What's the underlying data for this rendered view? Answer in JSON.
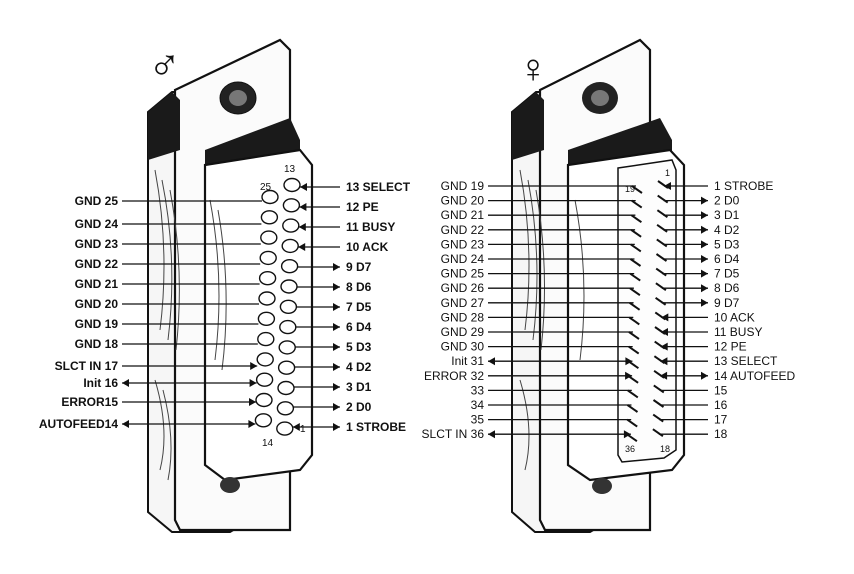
{
  "male": {
    "symbol": "♂",
    "top_numbers": {
      "first": "13",
      "last": "25"
    },
    "bottom_numbers": {
      "first": "1",
      "last": "14"
    },
    "left_pins": [
      {
        "label": "GND 25",
        "dir": "none"
      },
      {
        "label": "GND 24",
        "dir": "none"
      },
      {
        "label": "GND 23",
        "dir": "none"
      },
      {
        "label": "GND 22",
        "dir": "none"
      },
      {
        "label": "GND 21",
        "dir": "none"
      },
      {
        "label": "GND 20",
        "dir": "none"
      },
      {
        "label": "GND 19",
        "dir": "none"
      },
      {
        "label": "GND 18",
        "dir": "none"
      },
      {
        "label": "SLCT IN 17",
        "dir": "in"
      },
      {
        "label": "Init 16",
        "dir": "both"
      },
      {
        "label": "ERROR15",
        "dir": "in"
      },
      {
        "label": "AUTOFEED14",
        "dir": "both"
      }
    ],
    "right_pins": [
      {
        "label": "13  SELECT",
        "dir": "in"
      },
      {
        "label": "12  PE",
        "dir": "in"
      },
      {
        "label": "11  BUSY",
        "dir": "in"
      },
      {
        "label": "10  ACK",
        "dir": "in"
      },
      {
        "label": "9  D7",
        "dir": "out"
      },
      {
        "label": "8  D6",
        "dir": "out"
      },
      {
        "label": "7  D5",
        "dir": "out"
      },
      {
        "label": "6  D4",
        "dir": "out"
      },
      {
        "label": "5  D3",
        "dir": "out"
      },
      {
        "label": "4  D2",
        "dir": "out"
      },
      {
        "label": "3  D1",
        "dir": "out"
      },
      {
        "label": "2  D0",
        "dir": "out"
      },
      {
        "label": "1  STROBE",
        "dir": "both"
      }
    ]
  },
  "female": {
    "symbol": "♀",
    "top_numbers": {
      "first": "1",
      "last": "19"
    },
    "bottom_numbers": {
      "first": "36",
      "last": "18"
    },
    "left_pins": [
      {
        "label": "GND 19",
        "dir": "none"
      },
      {
        "label": "GND 20",
        "dir": "none"
      },
      {
        "label": "GND 21",
        "dir": "none"
      },
      {
        "label": "GND 22",
        "dir": "none"
      },
      {
        "label": "GND 23",
        "dir": "none"
      },
      {
        "label": "GND 24",
        "dir": "none"
      },
      {
        "label": "GND 25",
        "dir": "none"
      },
      {
        "label": "GND 26",
        "dir": "none"
      },
      {
        "label": "GND 27",
        "dir": "none"
      },
      {
        "label": "GND 28",
        "dir": "none"
      },
      {
        "label": "GND 29",
        "dir": "none"
      },
      {
        "label": "GND 30",
        "dir": "none"
      },
      {
        "label": "Init  31",
        "dir": "both"
      },
      {
        "label": "ERROR  32",
        "dir": "in"
      },
      {
        "label": "33",
        "dir": "none"
      },
      {
        "label": "34",
        "dir": "none"
      },
      {
        "label": "35",
        "dir": "none"
      },
      {
        "label": "SLCT IN  36",
        "dir": "both"
      }
    ],
    "right_pins": [
      {
        "label": "1  STROBE",
        "dir": "in"
      },
      {
        "label": "2  D0",
        "dir": "out"
      },
      {
        "label": "3  D1",
        "dir": "out"
      },
      {
        "label": "4  D2",
        "dir": "out"
      },
      {
        "label": "5  D3",
        "dir": "out"
      },
      {
        "label": "6  D4",
        "dir": "out"
      },
      {
        "label": "7  D5",
        "dir": "out"
      },
      {
        "label": "8  D6",
        "dir": "out"
      },
      {
        "label": "9  D7",
        "dir": "out"
      },
      {
        "label": "10  ACK",
        "dir": "in"
      },
      {
        "label": "11  BUSY",
        "dir": "in"
      },
      {
        "label": "12  PE",
        "dir": "in"
      },
      {
        "label": "13  SELECT",
        "dir": "in"
      },
      {
        "label": "14  AUTOFEED",
        "dir": "both"
      },
      {
        "label": "15",
        "dir": "none"
      },
      {
        "label": "16",
        "dir": "none"
      },
      {
        "label": "17",
        "dir": "none"
      },
      {
        "label": "18",
        "dir": "none"
      }
    ]
  }
}
